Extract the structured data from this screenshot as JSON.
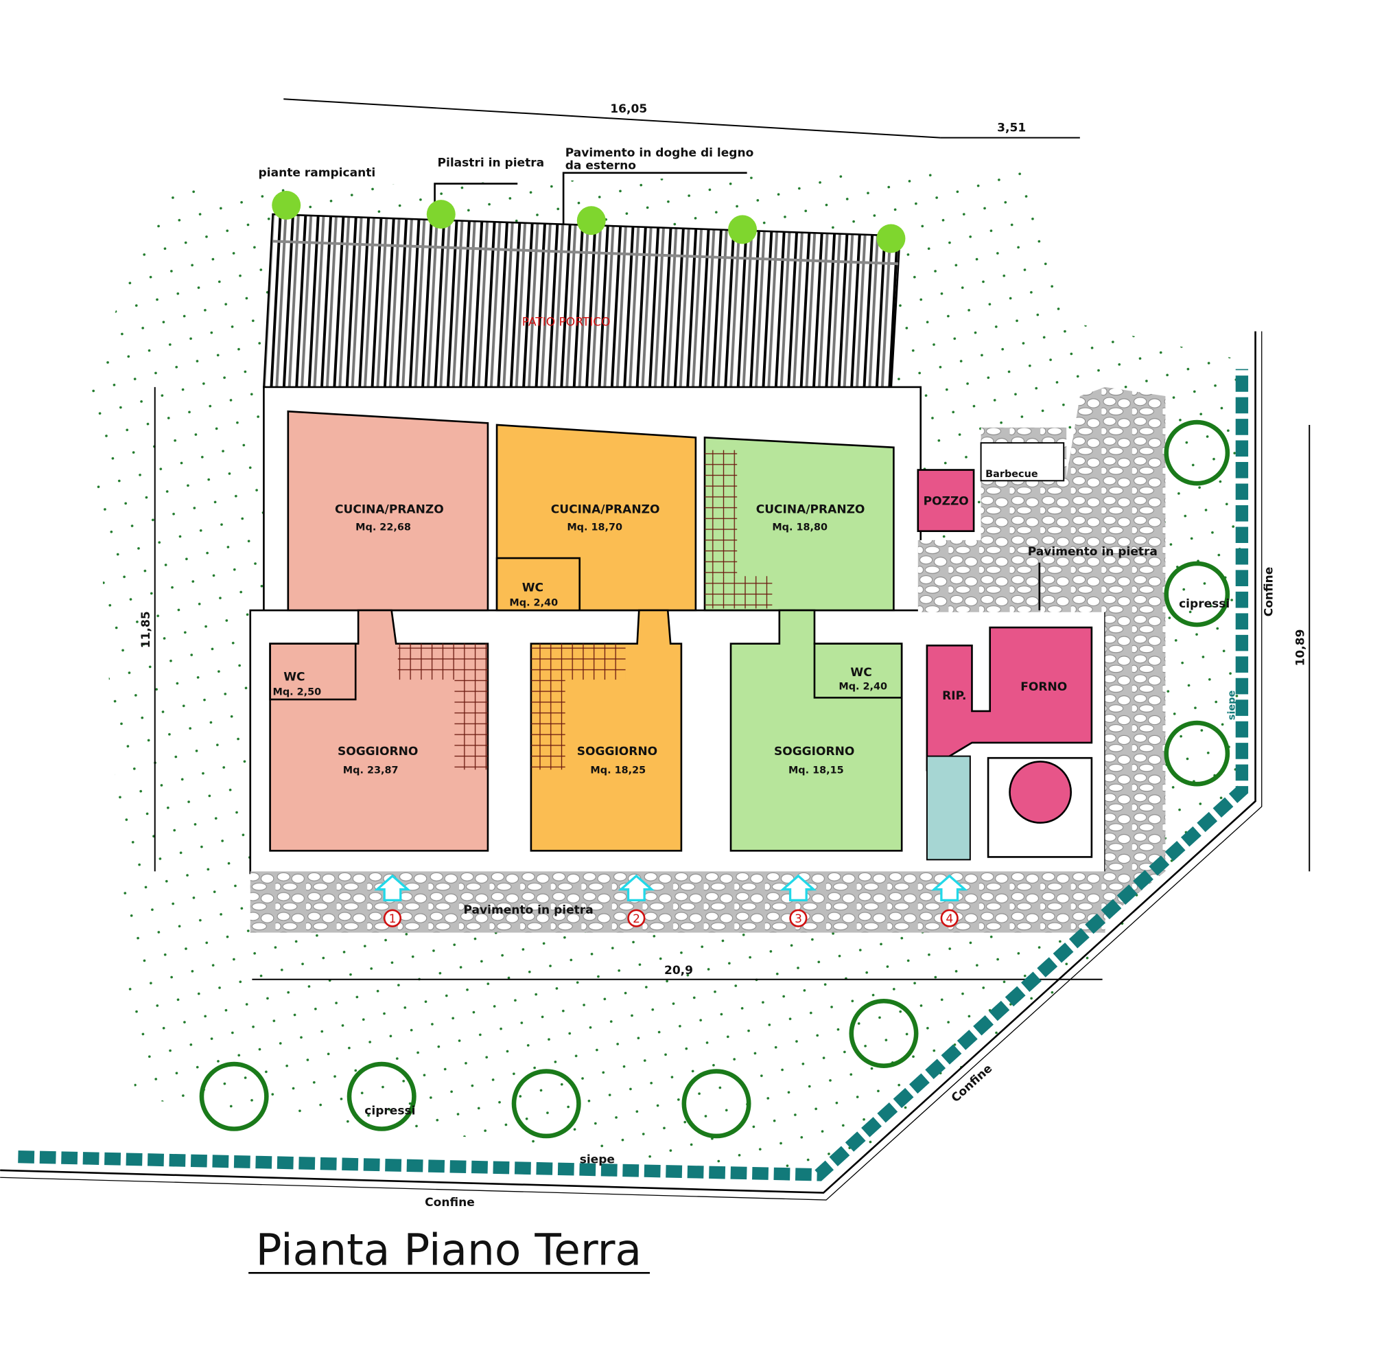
{
  "title": "Pianta Piano Terra",
  "dimensions": {
    "top_main": "16,05",
    "top_side": "3,51",
    "left": "11,85",
    "right": "10,89",
    "bottom": "20,9"
  },
  "annotations": {
    "plants": "piante rampicanti",
    "pillars": "Pilastri in pietra",
    "deck_line1": "Pavimento in doghe di legno",
    "deck_line2": "da esterno",
    "patio": "PATIO PORTICO",
    "stone_floor_front": "Pavimento in pietra",
    "stone_floor_side": "Pavimento in pietra",
    "cypress_left": "cipressi",
    "cypress_right": "cipressi",
    "boundary_bottom": "Confine",
    "boundary_diag": "Confine",
    "boundary_right": "Confine",
    "hedge_bottom": "siepe",
    "hedge_right": "siepe"
  },
  "units": [
    {
      "kitchen": "CUCINA/PRANZO",
      "kitchen_area": "Mq. 22,68",
      "wc": "WC",
      "wc_area": "Mq. 2,50",
      "living": "SOGGIORNO",
      "living_area": "Mq. 23,87",
      "color": "#f2b3a3"
    },
    {
      "kitchen": "CUCINA/PRANZO",
      "kitchen_area": "Mq. 18,70",
      "wc": "WC",
      "wc_area": "Mq. 2,40",
      "living": "SOGGIORNO",
      "living_area": "Mq. 18,25",
      "color": "#fbbd52"
    },
    {
      "kitchen": "CUCINA/PRANZO",
      "kitchen_area": "Mq. 18,80",
      "wc": "WC",
      "wc_area": "Mq. 2,40",
      "living": "SOGGIORNO",
      "living_area": "Mq. 18,15",
      "color": "#b7e59b"
    }
  ],
  "annex": {
    "well": "POZZO",
    "bbq": "Barbecue",
    "storage": "RIP.",
    "oven": "FORNO",
    "color": "#e75589"
  },
  "entrances": [
    "1",
    "2",
    "3",
    "4"
  ]
}
